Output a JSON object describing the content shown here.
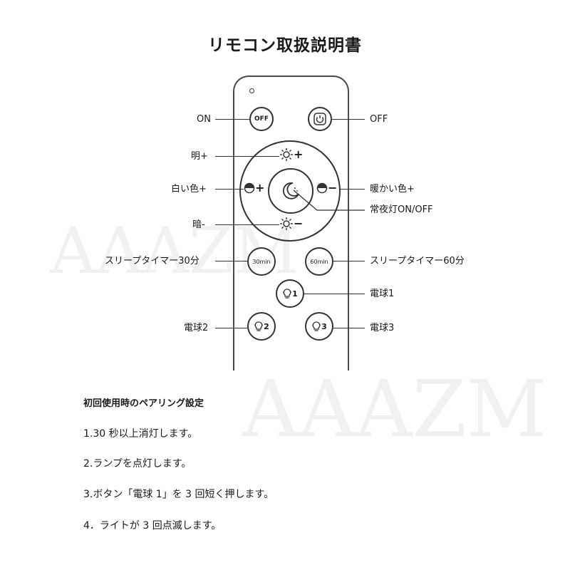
{
  "title": "リモコン取扱説明書",
  "watermark": "AAAZM",
  "buttons": {
    "on_button_text": "OFF",
    "off_button_text": "ON",
    "sleep30_text": "30min",
    "sleep60_text": "60min",
    "bulb1_text": "1",
    "bulb2_text": "2",
    "bulb3_text": "3",
    "bright_plus": "+",
    "bright_minus": "−",
    "white_plus": "+",
    "warm_minus": "−"
  },
  "labels": {
    "on": "ON",
    "off": "OFF",
    "bright_plus": "明+",
    "white_plus": "白い色+",
    "dark_minus": "暗-",
    "warm_plus": "暖かい色+",
    "night_light": "常夜灯ON/OFF",
    "sleep30": "スリープタイマー30分",
    "sleep60": "スリープタイマー60分",
    "bulb1": "電球1",
    "bulb2": "電球2",
    "bulb3": "電球3"
  },
  "pairing": {
    "title": "初回使用時のペアリング設定",
    "steps": [
      "1.30 秒以上消灯します。",
      "2.ランプを点灯します。",
      "3.ボタン「電球 1」を 3 回短く押します。",
      "4．ライトが 3 回点滅します。"
    ]
  }
}
